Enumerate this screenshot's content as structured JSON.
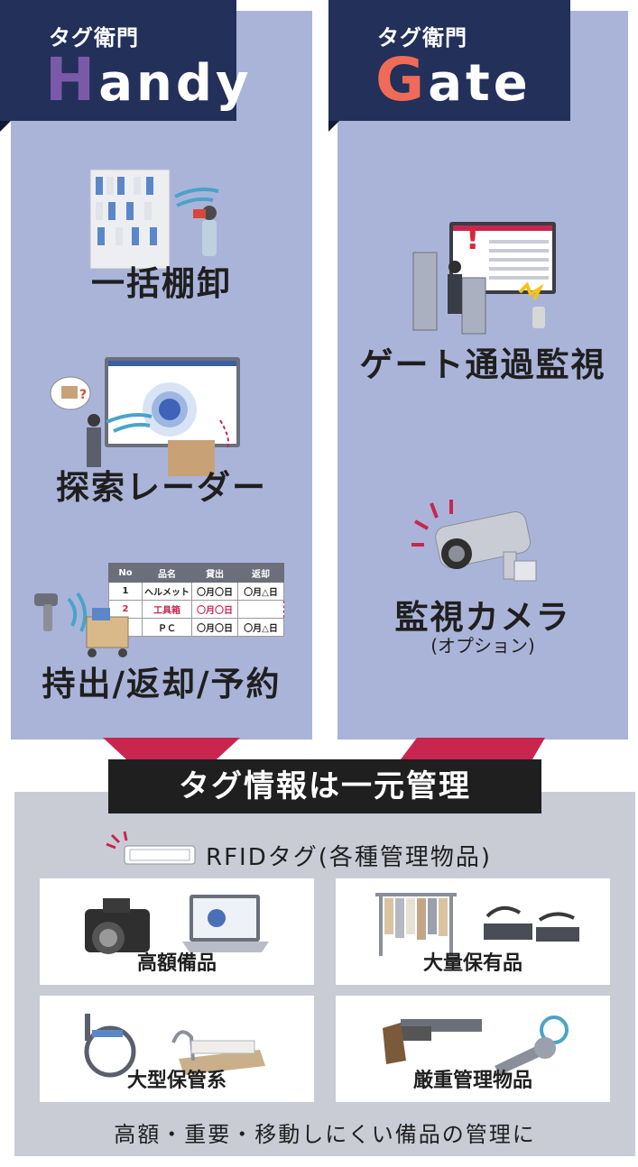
{
  "handy": {
    "header_sub": "タグ衛門",
    "header_cap": "H",
    "header_rest": "andy",
    "features": [
      "一括棚卸",
      "探索レーダー",
      "持出/返却/予約"
    ],
    "table": {
      "headers": [
        "No",
        "品名",
        "貸出",
        "返却"
      ],
      "rows": [
        [
          "1",
          "ヘルメット",
          "〇月〇日",
          "〇月△日"
        ],
        [
          "2",
          "工具箱",
          "〇月〇日",
          ""
        ],
        [
          "",
          "ＰＣ",
          "〇月〇日",
          "〇月△日"
        ]
      ]
    }
  },
  "gate": {
    "header_sub": "タグ衛門",
    "header_cap": "G",
    "header_rest": "ate",
    "features": [
      "ゲート通過監視",
      "監視カメラ"
    ],
    "camera_note": "(オプション)"
  },
  "bottom": {
    "banner": "タグ情報は一元管理",
    "rfid_label": "RFIDタグ(各種管理物品)",
    "cards": [
      "高額備品",
      "大量保有品",
      "大型保管系",
      "厳重管理物品"
    ],
    "footer": "高額・重要・移動しにくい備品の管理に"
  },
  "colors": {
    "panel": "#aab4d9",
    "header": "#22305a",
    "handy_accent": "#7a5aa8",
    "gate_accent": "#ef6b57",
    "connector": "#c8264f",
    "bottom_bg": "#c9ccd5"
  }
}
